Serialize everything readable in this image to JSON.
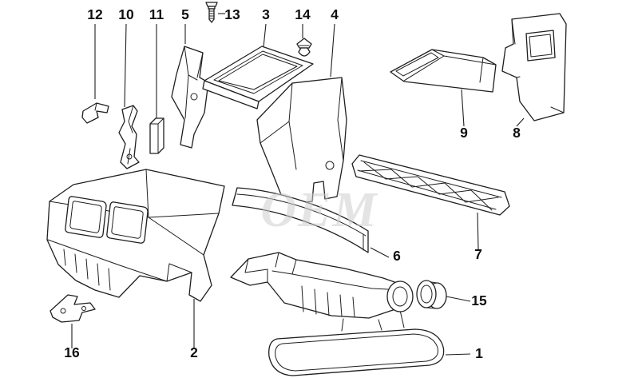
{
  "diagram": {
    "watermark": "OEM",
    "colors": {
      "line": "#1f1f1f",
      "background": "#ffffff",
      "watermark": "#cfcfcf"
    },
    "labels": {
      "p1": "1",
      "p2": "2",
      "p3": "3",
      "p4": "4",
      "p5": "5",
      "p6": "6",
      "p7": "7",
      "p8": "8",
      "p9": "9",
      "p10": "10",
      "p11": "11",
      "p12": "12",
      "p13": "13",
      "p14": "14",
      "p15": "15",
      "p16": "16"
    }
  }
}
